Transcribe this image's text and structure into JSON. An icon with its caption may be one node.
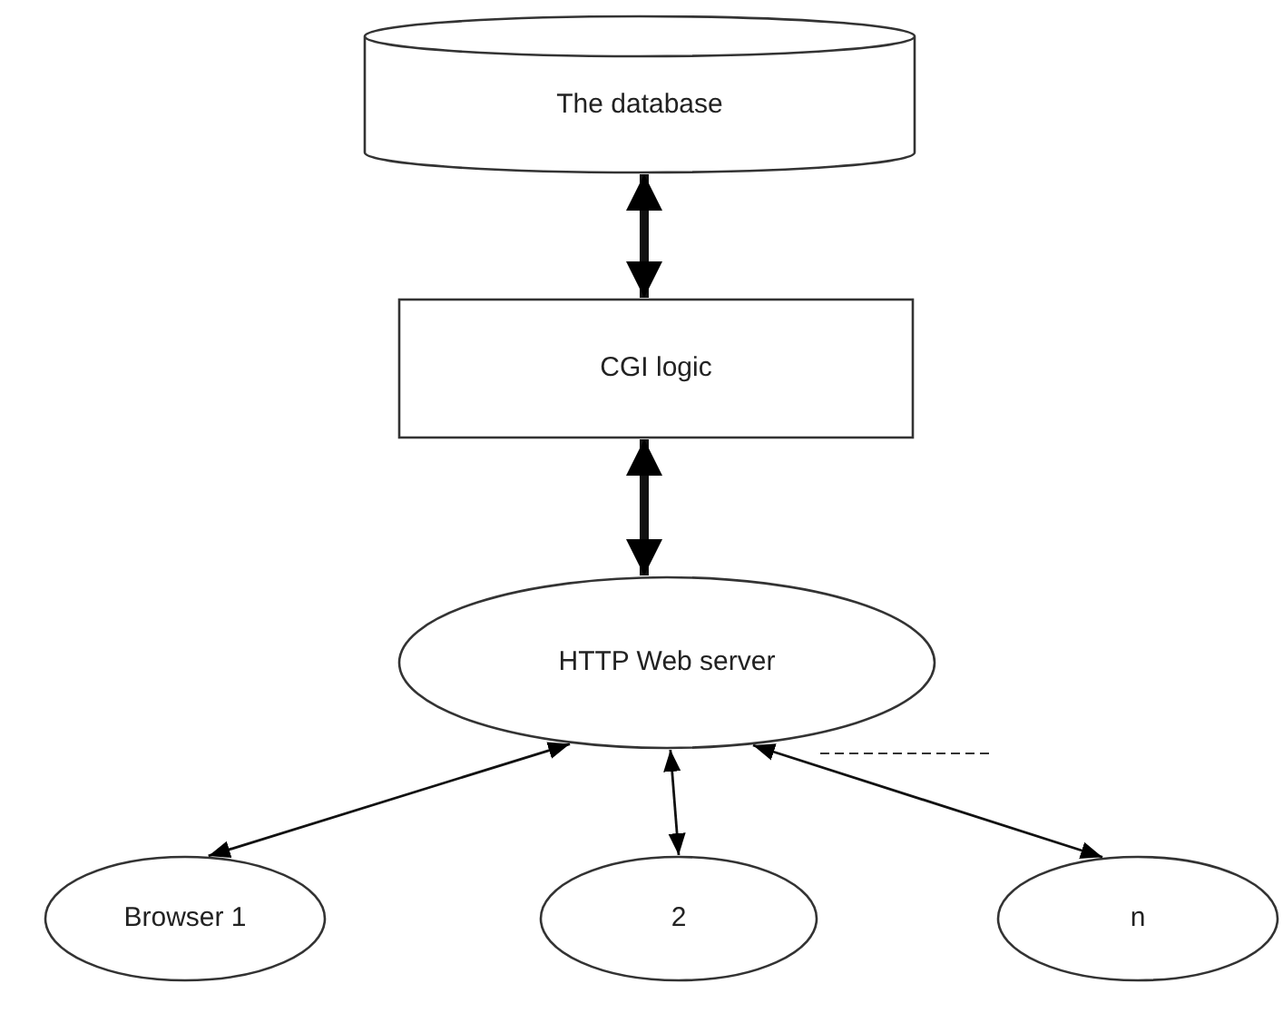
{
  "diagram": {
    "nodes": [
      {
        "text": [
          "The database"
        ]
      },
      {
        "text": [
          "CGI logic"
        ]
      },
      {
        "text": [
          "HTTP Web server"
        ]
      },
      {
        "text": [
          "Browser 1"
        ]
      },
      {
        "text": [
          "2"
        ]
      },
      {
        "text": [
          "n"
        ]
      }
    ],
    "edges": [
      {
        "from": 0,
        "to": 1,
        "arrow": "both",
        "style": "thick"
      },
      {
        "from": 1,
        "to": 2,
        "arrow": "both",
        "style": "thick"
      },
      {
        "from": 2,
        "to": 3,
        "arrow": "both"
      },
      {
        "from": 2,
        "to": 4,
        "arrow": "both"
      },
      {
        "from": 2,
        "to": 5,
        "arrow": "both"
      }
    ]
  }
}
